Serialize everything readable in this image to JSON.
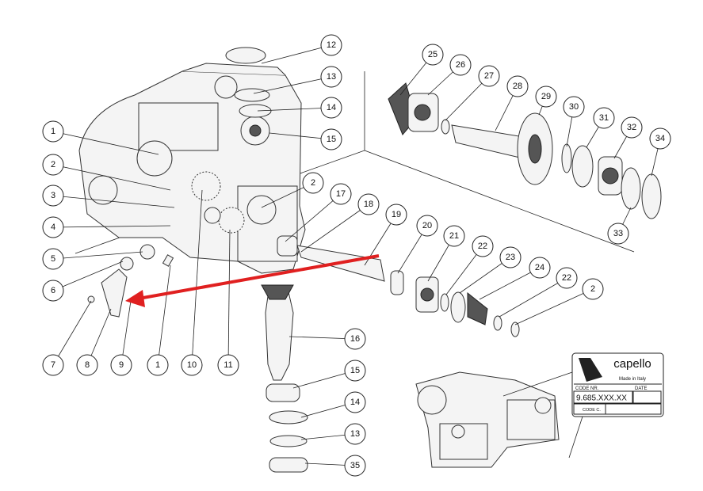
{
  "callouts": [
    "12",
    "13",
    "14",
    "15",
    "1",
    "2",
    "3",
    "4",
    "5",
    "6",
    "7",
    "8",
    "9",
    "1",
    "10",
    "11",
    "2",
    "17",
    "18",
    "19",
    "20",
    "21",
    "22",
    "23",
    "24",
    "22",
    "2",
    "16",
    "15",
    "14",
    "13",
    "35",
    "25",
    "26",
    "27",
    "28",
    "29",
    "30",
    "31",
    "32",
    "34",
    "33"
  ],
  "plate": {
    "brand": "capello",
    "made_in": "Made in Italy",
    "code_label": "CODE NR.",
    "code_value": "9.685.XXX.XX",
    "date_label": "DATE",
    "code_c_label": "CODE C."
  },
  "colors": {
    "arrow": "#e02020",
    "line": "#222222"
  },
  "icons": {
    "arrow": "red-arrow-pointer"
  }
}
